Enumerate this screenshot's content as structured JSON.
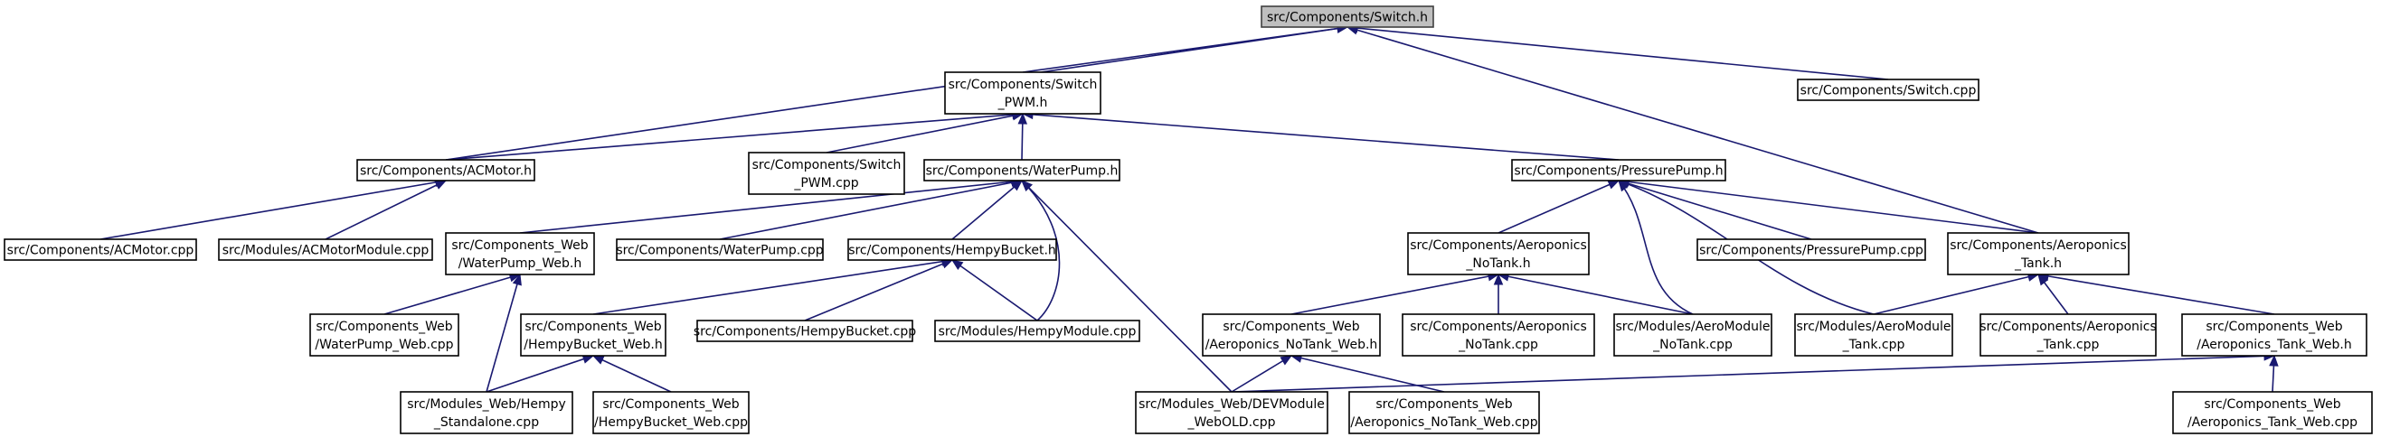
{
  "diagram": {
    "type": "include-dependency-graph",
    "colors": {
      "edge": "#191970",
      "root_fill": "#bfbfbf",
      "node_fill": "#ffffff",
      "node_border": "#000000"
    },
    "nodes": [
      {
        "id": "switch_h",
        "lines": [
          "src/Components/Switch.h"
        ],
        "root": true
      },
      {
        "id": "switch_pwm_h",
        "lines": [
          "src/Components/Switch",
          "_PWM.h"
        ]
      },
      {
        "id": "switch_cpp",
        "lines": [
          "src/Components/Switch.cpp"
        ]
      },
      {
        "id": "acmotor_h",
        "lines": [
          "src/Components/ACMotor.h"
        ]
      },
      {
        "id": "switch_pwm_cpp",
        "lines": [
          "src/Components/Switch",
          "_PWM.cpp"
        ]
      },
      {
        "id": "waterpump_h",
        "lines": [
          "src/Components/WaterPump.h"
        ]
      },
      {
        "id": "pressurepump_h",
        "lines": [
          "src/Components/PressurePump.h"
        ]
      },
      {
        "id": "acmotor_cpp",
        "lines": [
          "src/Components/ACMotor.cpp"
        ]
      },
      {
        "id": "acmotormodule_cpp",
        "lines": [
          "src/Modules/ACMotorModule.cpp"
        ]
      },
      {
        "id": "waterpump_web_h",
        "lines": [
          "src/Components_Web",
          "/WaterPump_Web.h"
        ]
      },
      {
        "id": "waterpump_cpp",
        "lines": [
          "src/Components/WaterPump.cpp"
        ]
      },
      {
        "id": "hempybucket_h",
        "lines": [
          "src/Components/HempyBucket.h"
        ]
      },
      {
        "id": "aero_notank_h",
        "lines": [
          "src/Components/Aeroponics",
          "_NoTank.h"
        ]
      },
      {
        "id": "pressurepump_cpp",
        "lines": [
          "src/Components/PressurePump.cpp"
        ]
      },
      {
        "id": "aero_tank_h",
        "lines": [
          "src/Components/Aeroponics",
          "_Tank.h"
        ]
      },
      {
        "id": "waterpump_web_cpp",
        "lines": [
          "src/Components_Web",
          "/WaterPump_Web.cpp"
        ]
      },
      {
        "id": "hempybucket_web_h",
        "lines": [
          "src/Components_Web",
          "/HempyBucket_Web.h"
        ]
      },
      {
        "id": "hempybucket_cpp",
        "lines": [
          "src/Components/HempyBucket.cpp"
        ]
      },
      {
        "id": "hempymodule_cpp",
        "lines": [
          "src/Modules/HempyModule.cpp"
        ]
      },
      {
        "id": "aero_notank_web_h",
        "lines": [
          "src/Components_Web",
          "/Aeroponics_NoTank_Web.h"
        ]
      },
      {
        "id": "aero_notank_cpp",
        "lines": [
          "src/Components/Aeroponics",
          "_NoTank.cpp"
        ]
      },
      {
        "id": "aeromodule_notank_cpp",
        "lines": [
          "src/Modules/AeroModule",
          "_NoTank.cpp"
        ]
      },
      {
        "id": "aeromodule_tank_cpp",
        "lines": [
          "src/Modules/AeroModule",
          "_Tank.cpp"
        ]
      },
      {
        "id": "aero_tank_cpp",
        "lines": [
          "src/Components/Aeroponics",
          "_Tank.cpp"
        ]
      },
      {
        "id": "aero_tank_web_h",
        "lines": [
          "src/Components_Web",
          "/Aeroponics_Tank_Web.h"
        ]
      },
      {
        "id": "hempy_standalone_cpp",
        "lines": [
          "src/Modules_Web/Hempy",
          "_Standalone.cpp"
        ]
      },
      {
        "id": "hempybucket_web_cpp",
        "lines": [
          "src/Components_Web",
          "/HempyBucket_Web.cpp"
        ]
      },
      {
        "id": "devmodule_webold_cpp",
        "lines": [
          "src/Modules_Web/DEVModule",
          "_WebOLD.cpp"
        ]
      },
      {
        "id": "aero_notank_web_cpp",
        "lines": [
          "src/Components_Web",
          "/Aeroponics_NoTank_Web.cpp"
        ]
      },
      {
        "id": "aero_tank_web_cpp",
        "lines": [
          "src/Components_Web",
          "/Aeroponics_Tank_Web.cpp"
        ]
      }
    ],
    "edges": [
      [
        "switch_pwm_h",
        "switch_h"
      ],
      [
        "acmotor_h",
        "switch_h"
      ],
      [
        "aero_tank_h",
        "switch_h"
      ],
      [
        "switch_cpp",
        "switch_h"
      ],
      [
        "acmotor_h",
        "switch_pwm_h"
      ],
      [
        "switch_pwm_cpp",
        "switch_pwm_h"
      ],
      [
        "waterpump_h",
        "switch_pwm_h"
      ],
      [
        "pressurepump_h",
        "switch_pwm_h"
      ],
      [
        "acmotor_cpp",
        "acmotor_h"
      ],
      [
        "acmotormodule_cpp",
        "acmotor_h"
      ],
      [
        "waterpump_web_h",
        "waterpump_h"
      ],
      [
        "waterpump_cpp",
        "waterpump_h"
      ],
      [
        "hempybucket_h",
        "waterpump_h"
      ],
      [
        "hempymodule_cpp",
        "waterpump_h"
      ],
      [
        "devmodule_webold_cpp",
        "waterpump_h"
      ],
      [
        "aero_notank_h",
        "pressurepump_h"
      ],
      [
        "pressurepump_cpp",
        "pressurepump_h"
      ],
      [
        "aero_tank_h",
        "pressurepump_h"
      ],
      [
        "aeromodule_notank_cpp",
        "pressurepump_h"
      ],
      [
        "aeromodule_tank_cpp",
        "pressurepump_h"
      ],
      [
        "waterpump_web_cpp",
        "waterpump_web_h"
      ],
      [
        "hempy_standalone_cpp",
        "waterpump_web_h"
      ],
      [
        "hempybucket_web_h",
        "hempybucket_h"
      ],
      [
        "hempybucket_cpp",
        "hempybucket_h"
      ],
      [
        "hempymodule_cpp",
        "hempybucket_h"
      ],
      [
        "aero_notank_web_h",
        "aero_notank_h"
      ],
      [
        "aero_notank_cpp",
        "aero_notank_h"
      ],
      [
        "aeromodule_notank_cpp",
        "aero_notank_h"
      ],
      [
        "aeromodule_tank_cpp",
        "aero_tank_h"
      ],
      [
        "aero_tank_cpp",
        "aero_tank_h"
      ],
      [
        "aero_tank_web_h",
        "aero_tank_h"
      ],
      [
        "hempy_standalone_cpp",
        "hempybucket_web_h"
      ],
      [
        "hempybucket_web_cpp",
        "hempybucket_web_h"
      ],
      [
        "devmodule_webold_cpp",
        "aero_notank_web_h"
      ],
      [
        "aero_notank_web_cpp",
        "aero_notank_web_h"
      ],
      [
        "devmodule_webold_cpp",
        "aero_tank_web_h"
      ],
      [
        "aero_tank_web_cpp",
        "aero_tank_web_h"
      ]
    ]
  }
}
